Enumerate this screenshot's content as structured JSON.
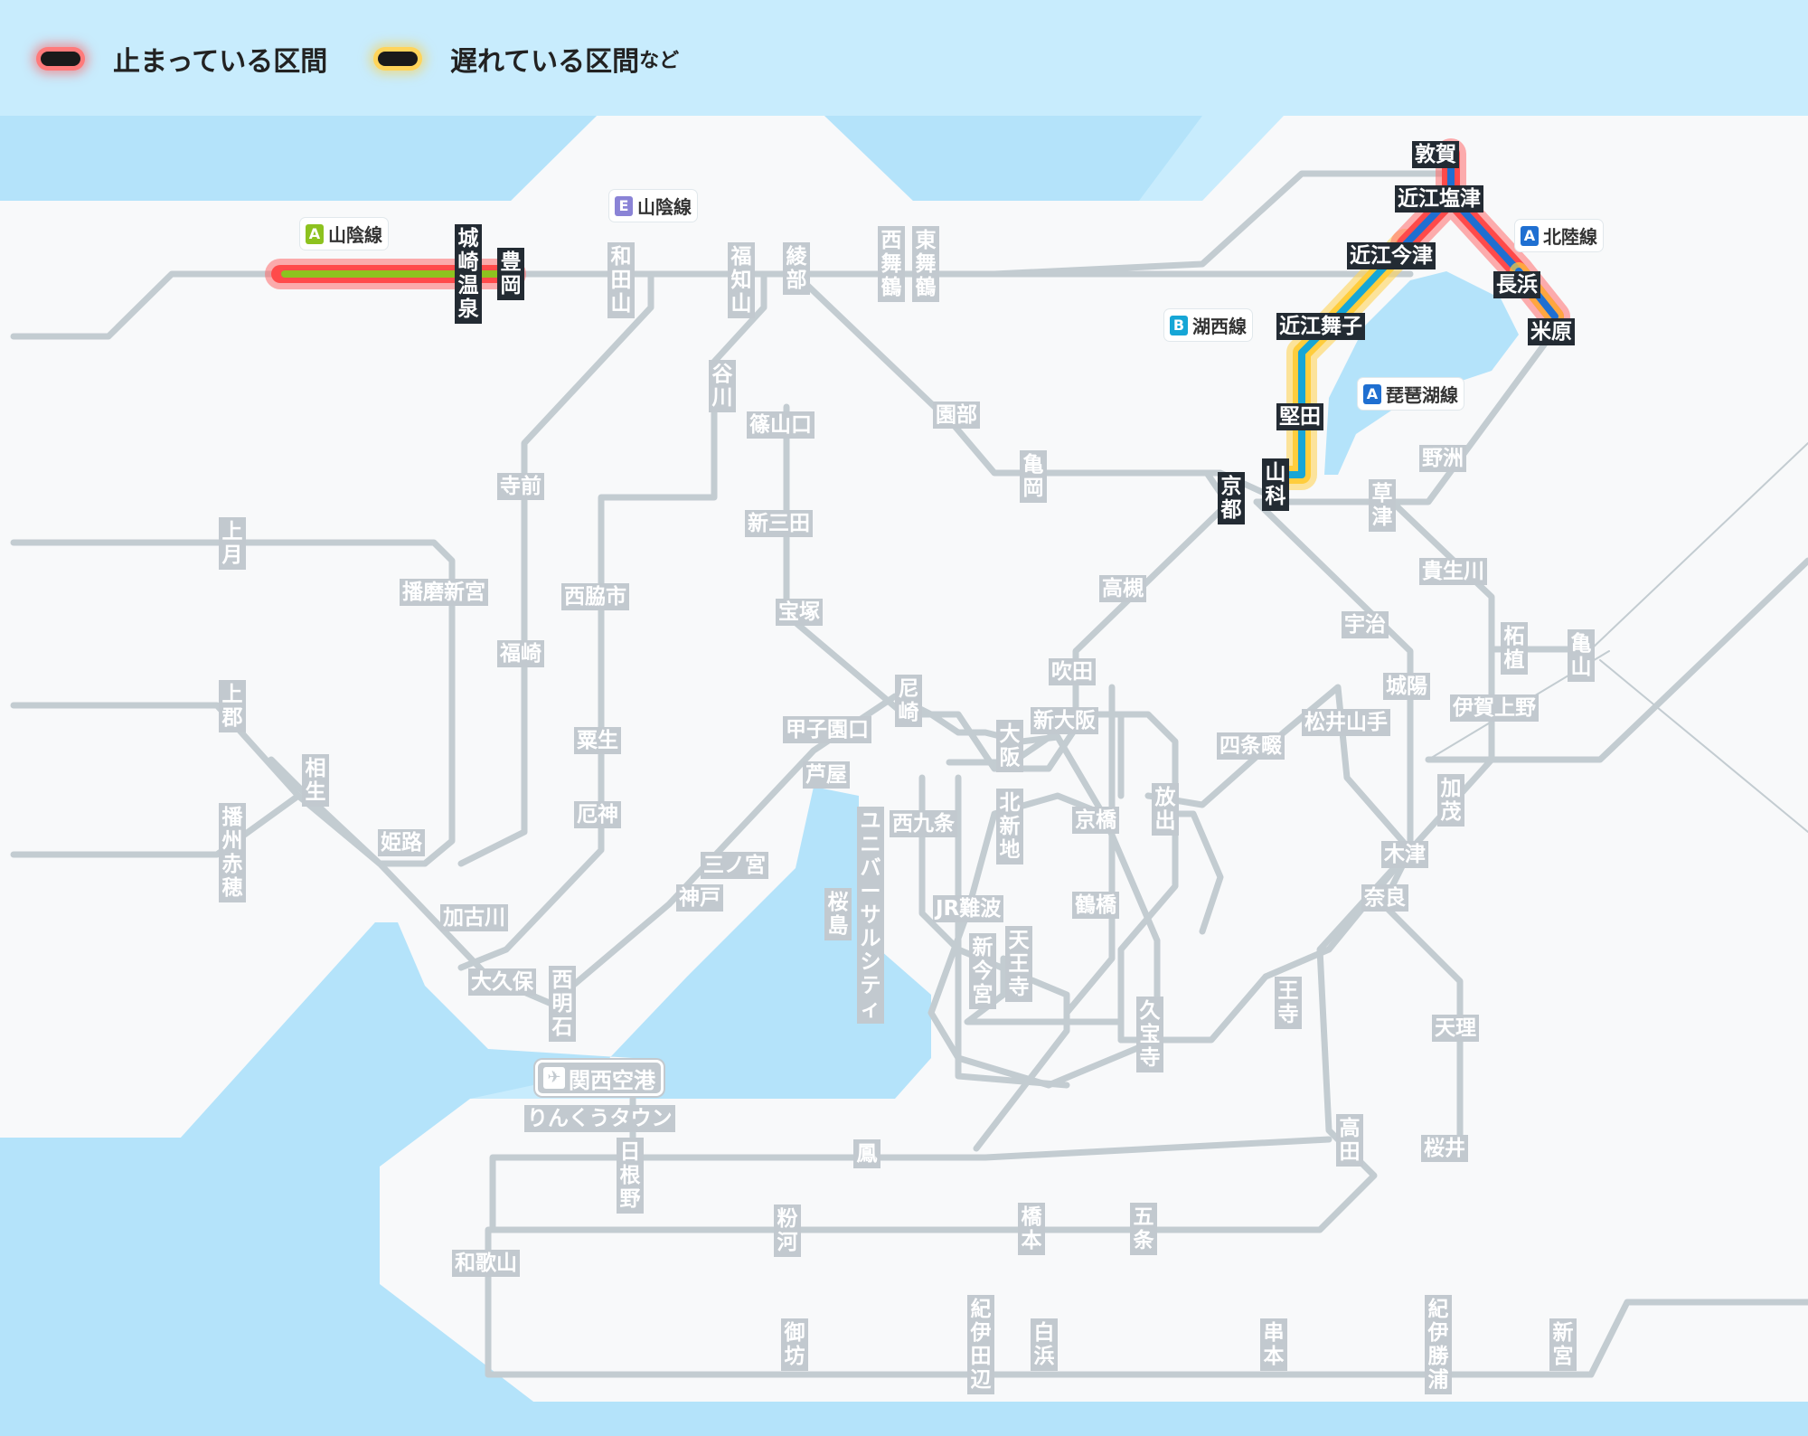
{
  "legend": {
    "stopped_label": "止まっている区間",
    "delayed_label": "遅れている区間",
    "delayed_suffix": "など",
    "colors": {
      "stopped": "#ff5a5a",
      "delayed": "#ffcd3c"
    }
  },
  "line_badges": [
    {
      "code": "A",
      "name": "山陰線",
      "color": "#8dc21f"
    },
    {
      "code": "E",
      "name": "山陰線",
      "color": "#8a83d6"
    },
    {
      "code": "A",
      "name": "北陸線",
      "color": "#1f6fd1"
    },
    {
      "code": "B",
      "name": "湖西線",
      "color": "#16a6d6"
    },
    {
      "code": "A",
      "name": "琵琶湖線",
      "color": "#1f6fd1"
    }
  ],
  "airport": {
    "icon": "plane-icon",
    "name": "関西空港"
  },
  "stations": [
    "城崎温泉",
    "豊岡",
    "和田山",
    "福知山",
    "綾部",
    "西舞鶴",
    "東舞鶴",
    "敦賀",
    "近江塩津",
    "近江今津",
    "長浜",
    "近江舞子",
    "米原",
    "堅田",
    "山科",
    "京都",
    "亀岡",
    "園部",
    "谷川",
    "篠山口",
    "新三田",
    "宝塚",
    "寺前",
    "播磨新宮",
    "西脇市",
    "福崎",
    "上月",
    "上郡",
    "相生",
    "播州赤穂",
    "姫路",
    "粟生",
    "厄神",
    "加古川",
    "大久保",
    "西明石",
    "神戸",
    "三ノ宮",
    "芦屋",
    "甲子園口",
    "尼崎",
    "大阪",
    "北新地",
    "新大阪",
    "吹田",
    "高槻",
    "京橋",
    "放出",
    "西九条",
    "ユニバーサルシティ",
    "桜島",
    "鶴橋",
    "JR難波",
    "新今宮",
    "天王寺",
    "久宝寺",
    "王寺",
    "四条畷",
    "松井山手",
    "宇治",
    "城陽",
    "木津",
    "奈良",
    "天理",
    "桜井",
    "高田",
    "五条",
    "橋本",
    "野洲",
    "草津",
    "貴生川",
    "柘植",
    "亀山",
    "伊賀上野",
    "加茂",
    "りんくうタウン",
    "日根野",
    "鳳",
    "和歌山",
    "粉河",
    "御坊",
    "紀伊田辺",
    "白浜",
    "串本",
    "紀伊勝浦",
    "新宮"
  ]
}
